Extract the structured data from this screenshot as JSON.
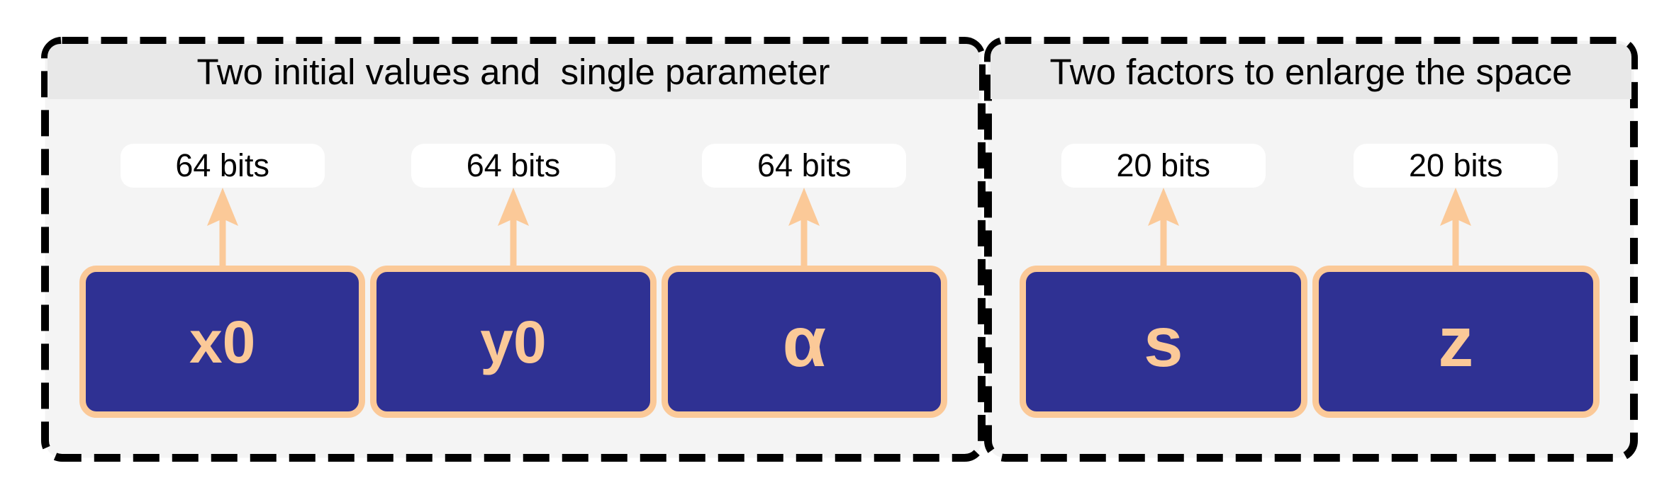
{
  "figure": {
    "panels": [
      {
        "title": "Two initial values and  single parameter",
        "columns": [
          {
            "bits": "64 bits",
            "label": "x0"
          },
          {
            "bits": "64 bits",
            "label": "y0"
          },
          {
            "bits": "64 bits",
            "label": "α"
          }
        ]
      },
      {
        "title": "Two factors to enlarge the space",
        "columns": [
          {
            "bits": "20 bits",
            "label": "s"
          },
          {
            "bits": "20 bits",
            "label": "z"
          }
        ]
      }
    ],
    "icons": {
      "arrow": "arrow-up-icon"
    }
  },
  "colors": {
    "page-bg": "#ffffff",
    "panel-bg": "#f4f4f4",
    "header-bg": "#e8e8e8",
    "dash": "#000000",
    "box-fill": "#2f3193",
    "accent": "#fbc998",
    "pill-bg": "#ffffff",
    "text": "#000000"
  }
}
